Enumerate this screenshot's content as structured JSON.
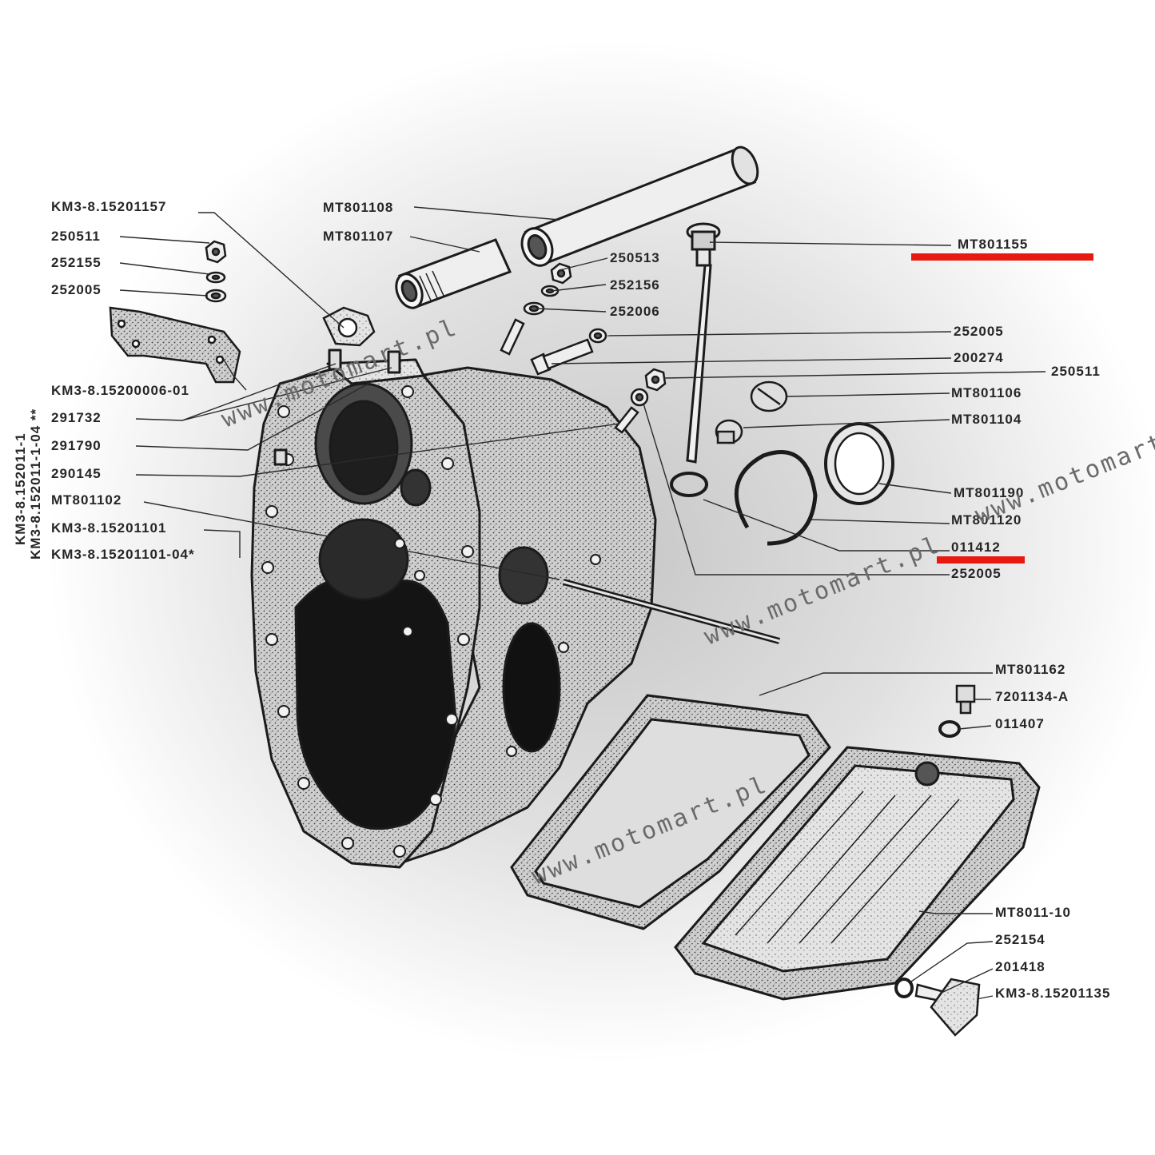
{
  "colors": {
    "ink": "#262626",
    "highlight": "#e8190f",
    "watermark": "#6a6a6a",
    "paper": "#ffffff",
    "shade": "#dcdcdc"
  },
  "labels": {
    "km3_15201157": "KM3-8.15201157",
    "l250511_left": "250511",
    "l252155": "252155",
    "l252005_left": "252005",
    "km3_15200006": "KM3-8.15200006-01",
    "l291732": "291732",
    "l291790": "291790",
    "l290145": "290145",
    "mt801102": "MT801102",
    "km3_15201101": "KM3-8.15201101",
    "km3_15201101_04": "KM3-8.15201101-04*",
    "vertical_1": "KM3-8.152011-1",
    "vertical_2": "KM3-8.152011-1-04 **",
    "mt801108": "MT801108",
    "mt801107": "MT801107",
    "l250513": "250513",
    "l252156": "252156",
    "l252006": "252006",
    "mt801155": "MT801155",
    "l252005_r1": "252005",
    "l200274": "200274",
    "l250511_right": "250511",
    "mt801106": "MT801106",
    "mt801104": "MT801104",
    "mt801190": "MT801190",
    "mt801120": "MT801120",
    "l011412": "011412",
    "l252005_r2": "252005",
    "mt801162": "MT801162",
    "l7201134a": "7201134-A",
    "l011407": "011407",
    "mt8011_10": "MT8011-10",
    "l252154": "252154",
    "l201418": "201418",
    "km3_15201135": "KM3-8.15201135"
  },
  "watermarks": [
    "www.motomart.pl",
    "www.motomart.pl",
    "www.motomart.pl",
    "www.motomart.pl"
  ],
  "highlighted_parts": [
    "MT801155",
    "011412"
  ]
}
